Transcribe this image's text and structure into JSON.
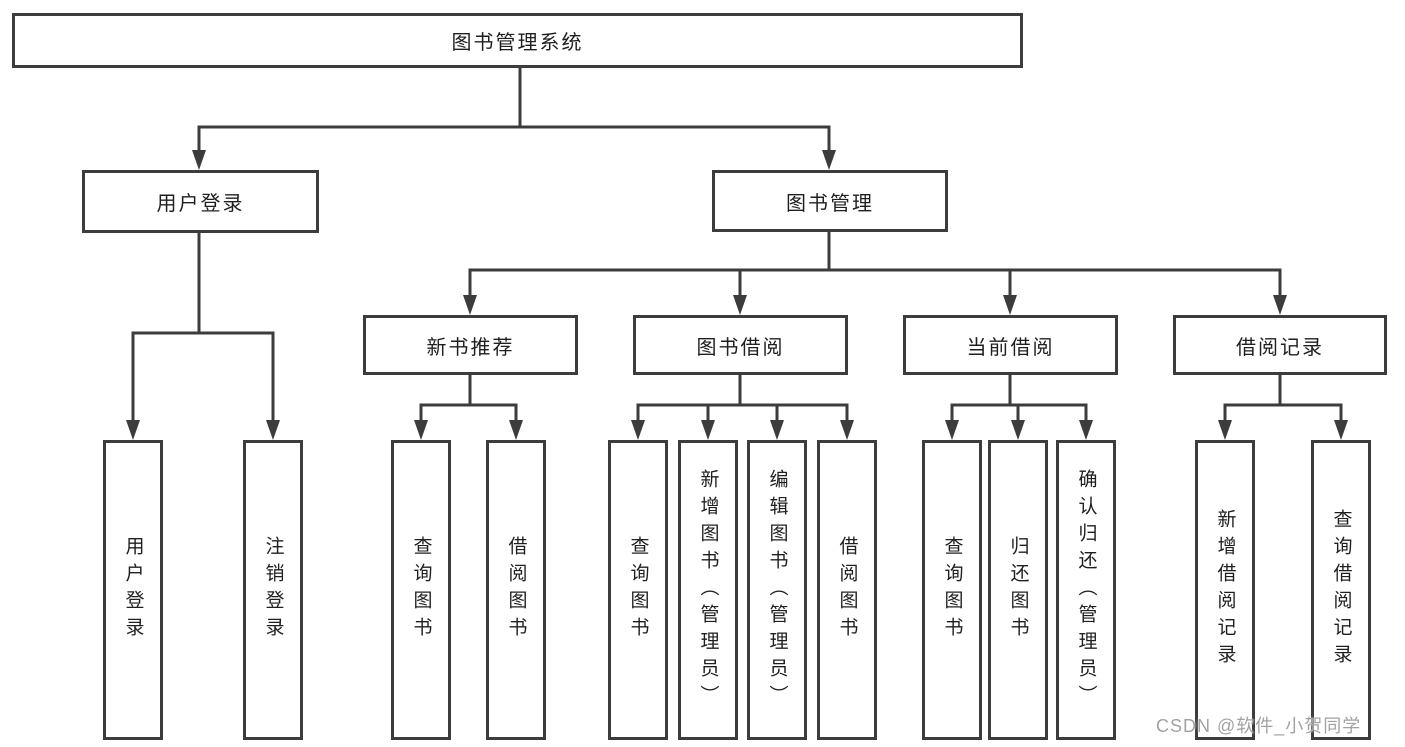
{
  "colors": {
    "line": "#3c3c3c",
    "box_border": "#3c3c3c",
    "box_background": "#ffffff",
    "text": "#1f1f1f",
    "watermark": "#a2a2a6",
    "page_background": "#ffffff"
  },
  "watermark": {
    "text": "CSDN @软件_小贺同学"
  },
  "tree": {
    "label": "图书管理系统",
    "children": [
      {
        "label": "用户登录",
        "children": [
          {
            "label": "用户登录"
          },
          {
            "label": "注销登录"
          }
        ]
      },
      {
        "label": "图书管理",
        "children": [
          {
            "label": "新书推荐",
            "children": [
              {
                "label": "查询图书"
              },
              {
                "label": "借阅图书"
              }
            ]
          },
          {
            "label": "图书借阅",
            "children": [
              {
                "label": "查询图书"
              },
              {
                "label": "新增图书（管理员）"
              },
              {
                "label": "编辑图书（管理员）"
              },
              {
                "label": "借阅图书"
              }
            ]
          },
          {
            "label": "当前借阅",
            "children": [
              {
                "label": "查询图书"
              },
              {
                "label": "归还图书"
              },
              {
                "label": "确认归还（管理员）"
              }
            ]
          },
          {
            "label": "借阅记录",
            "children": [
              {
                "label": "新增借阅记录"
              },
              {
                "label": "查询借阅记录"
              }
            ]
          }
        ]
      }
    ]
  }
}
